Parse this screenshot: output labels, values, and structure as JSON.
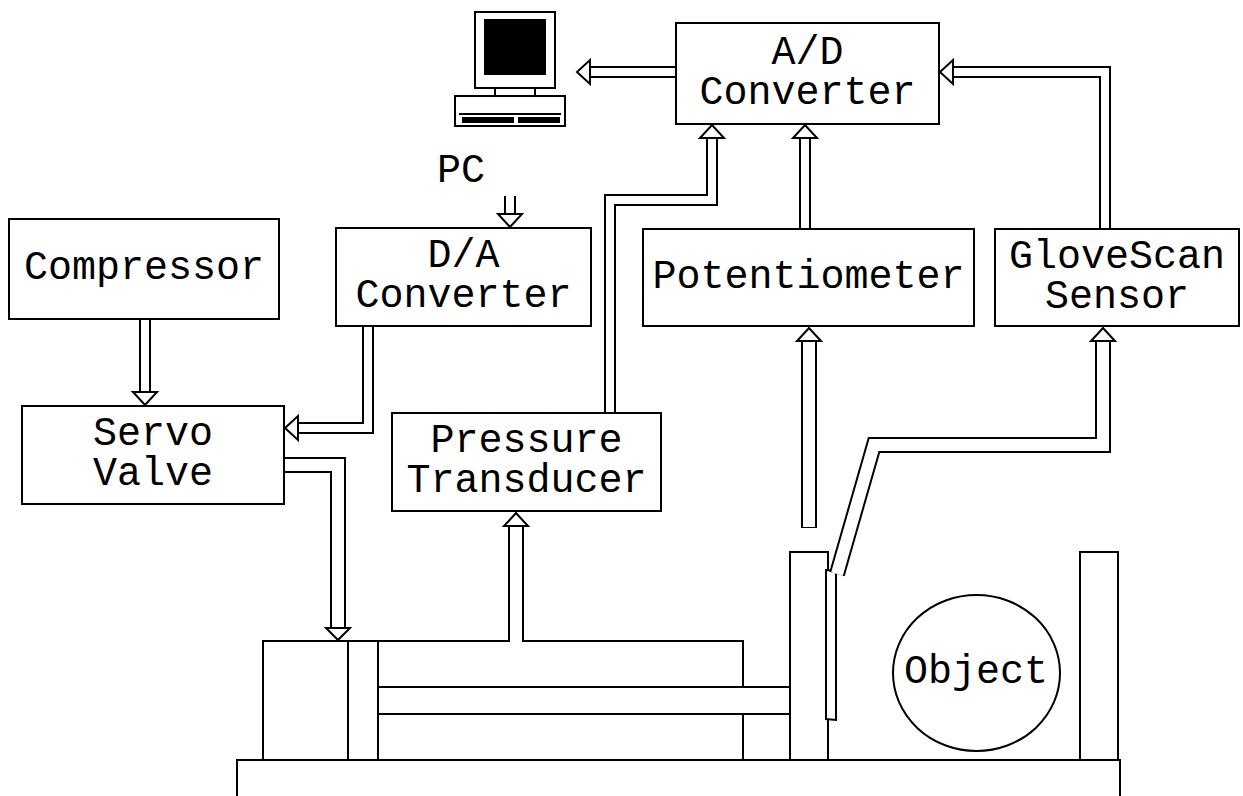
{
  "diagram": {
    "nodes": [
      {
        "text": [
          "PC"
        ]
      },
      {
        "text": [
          "A/D Converter"
        ]
      },
      {
        "text": [
          "Compressor"
        ]
      },
      {
        "text": [
          "D/A Converter"
        ]
      },
      {
        "text": [
          "Potentiometer"
        ]
      },
      {
        "text": [
          "GloveScan Sensor"
        ]
      },
      {
        "text": [
          "Servo Valve"
        ]
      },
      {
        "text": [
          "Pressure Transducer"
        ]
      },
      {
        "text": [
          "Object"
        ]
      }
    ],
    "edges": [
      {
        "from": 1,
        "to": 0,
        "arrow": "to"
      },
      {
        "from": 0,
        "to": 3,
        "arrow": "to"
      },
      {
        "from": 2,
        "to": 6,
        "arrow": "to"
      },
      {
        "from": 3,
        "to": 6,
        "arrow": "to"
      },
      {
        "from": 7,
        "to": 1,
        "arrow": "to"
      },
      {
        "from": 4,
        "to": 1,
        "arrow": "to"
      },
      {
        "from": 5,
        "to": 1,
        "arrow": "to"
      }
    ]
  }
}
